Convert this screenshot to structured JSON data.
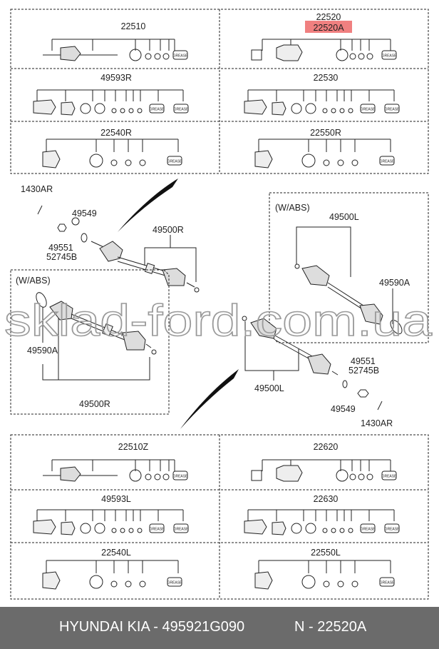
{
  "diagram": {
    "kits_top": [
      "22510",
      "22520",
      "22520A",
      "49593R",
      "22530",
      "22540R",
      "22550R"
    ],
    "kits_bottom": [
      "22510Z",
      "22620",
      "49593L",
      "22630",
      "22540L",
      "22550L"
    ],
    "grease_label": "GREASE",
    "callouts": {
      "bolt_upper": "1430AR",
      "washer_upper": "49549",
      "nut_upper": "49551",
      "nut_upper_2": "52745B",
      "shaft_right": "49500R",
      "abs_left": "(W/ABS)",
      "ring_left": "49590A",
      "shaft_right_abs": "49500R",
      "abs_right": "(W/ABS)",
      "shaft_left_abs": "49500L",
      "ring_right": "49590A",
      "shaft_left": "49500L",
      "nut_lower": "49551",
      "nut_lower_2": "52745B",
      "washer_lower": "49549",
      "bolt_lower": "1430AR"
    },
    "highlight_color": "#f08080"
  },
  "watermark": "sklad-ford.com.ua",
  "footer": {
    "left": "HYUNDAI KIA - 495921G090",
    "right": "N - 22520A"
  }
}
